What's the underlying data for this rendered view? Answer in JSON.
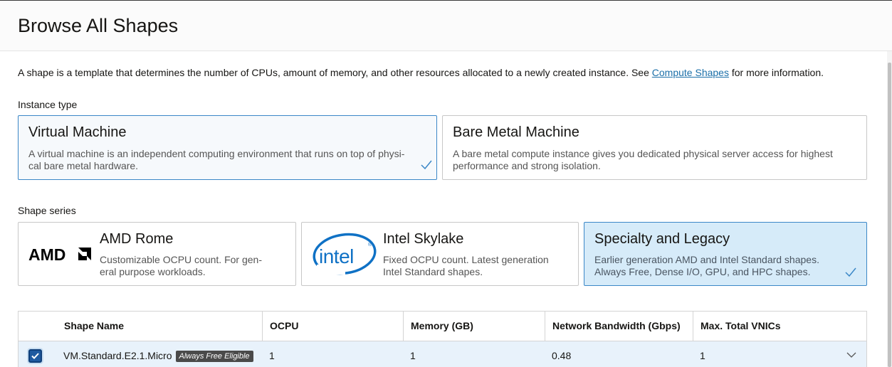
{
  "header": {
    "title": "Browse All Shapes"
  },
  "intro": {
    "text_before": "A shape is a template that determines the number of CPUs, amount of memory, and other resources allocated to a newly created instance. See ",
    "link": "Compute Shapes",
    "text_after": " for more information."
  },
  "instance_type": {
    "label": "Instance type",
    "options": [
      {
        "title": "Virtual Machine",
        "desc_line1": "A virtual machine is an independent computing environment that runs on top of physi-",
        "desc_line2": "cal bare metal hardware.",
        "selected": true
      },
      {
        "title": "Bare Metal Machine",
        "desc_line1": "A bare metal compute instance gives you dedicated physical server access for highest",
        "desc_line2": "performance and strong isolation.",
        "selected": false
      }
    ]
  },
  "shape_series": {
    "label": "Shape series",
    "options": [
      {
        "title": "AMD Rome",
        "logo": "AMD",
        "desc_line1": "Customizable OCPU count. For gen-",
        "desc_line2": "eral purpose workloads.",
        "selected": false
      },
      {
        "title": "Intel Skylake",
        "logo": "intel",
        "desc_line1": "Fixed OCPU count. Latest generation",
        "desc_line2": "Intel Standard shapes.",
        "selected": false
      },
      {
        "title": "Specialty and Legacy",
        "desc_line1": "Earlier generation AMD and Intel Standard shapes.",
        "desc_line2": "Always Free, Dense I/O, GPU, and HPC shapes.",
        "selected": true
      }
    ]
  },
  "table": {
    "columns": [
      "Shape Name",
      "OCPU",
      "Memory (GB)",
      "Network Bandwidth (Gbps)",
      "Max. Total VNICs"
    ],
    "rows": [
      {
        "name": "VM.Standard.E2.1.Micro",
        "badge": "Always Free Eligible",
        "ocpu": "1",
        "memory": "1",
        "bandwidth": "0.48",
        "vnics": "1",
        "checked": true
      }
    ]
  },
  "colors": {
    "accent": "#3b87c7",
    "selected_bg": "#d6ebf9",
    "link": "#1b6fa8",
    "intel_blue": "#0f71c5"
  }
}
